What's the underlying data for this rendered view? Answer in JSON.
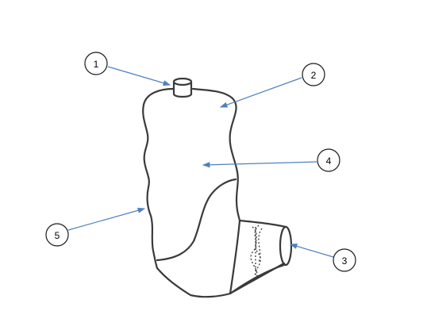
{
  "callouts": [
    {
      "id": "1",
      "label": "1"
    },
    {
      "id": "2",
      "label": "2"
    },
    {
      "id": "3",
      "label": "3"
    },
    {
      "id": "4",
      "label": "4"
    },
    {
      "id": "5",
      "label": "5"
    }
  ],
  "colors": {
    "leader": "#4f81bd",
    "outline": "#3a3a3a",
    "background": "#ffffff"
  }
}
